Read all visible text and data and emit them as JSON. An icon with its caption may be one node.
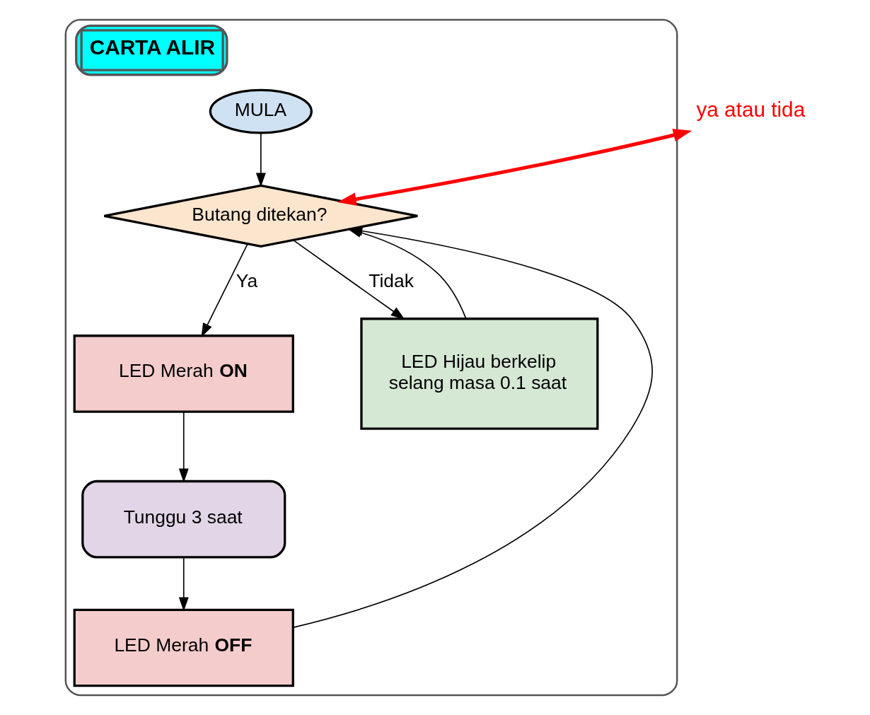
{
  "diagram": {
    "nodes": [
      {
        "text": [
          "CARTA ALIR"
        ]
      },
      {
        "text": [
          "MULA"
        ],
        "in": 0
      },
      {
        "text": [
          "Butang ditekan?"
        ],
        "in": 0
      },
      {
        "text": [
          "LED Merah **ON**"
        ],
        "in": 0
      },
      {
        "text": [
          "Tunggu 3 saat"
        ],
        "in": 0
      },
      {
        "text": [
          "LED Hijau berkelip selang masa 0.1 saat"
        ],
        "in": 0
      },
      {
        "text": [
          "LED Merah **OFF**"
        ],
        "in": 0
      },
      {
        "text": [
          "ya atau tida"
        ]
      }
    ],
    "edges": [
      {
        "from": 1,
        "to": 2,
        "arrow": "to"
      },
      {
        "from": 2,
        "to": 3,
        "arrow": "to",
        "label": "Ya"
      },
      {
        "from": 2,
        "to": 5,
        "arrow": "to",
        "label": "Tidak"
      },
      {
        "from": 3,
        "to": 4,
        "arrow": "to"
      },
      {
        "from": 4,
        "to": 6,
        "arrow": "to"
      },
      {
        "from": 5,
        "to": 2,
        "arrow": "to"
      },
      {
        "from": 6,
        "to": 2,
        "arrow": "to"
      },
      {
        "from": 7,
        "to": 2,
        "arrow": "both",
        "style": "thick",
        "color": "#ff0000"
      }
    ]
  }
}
